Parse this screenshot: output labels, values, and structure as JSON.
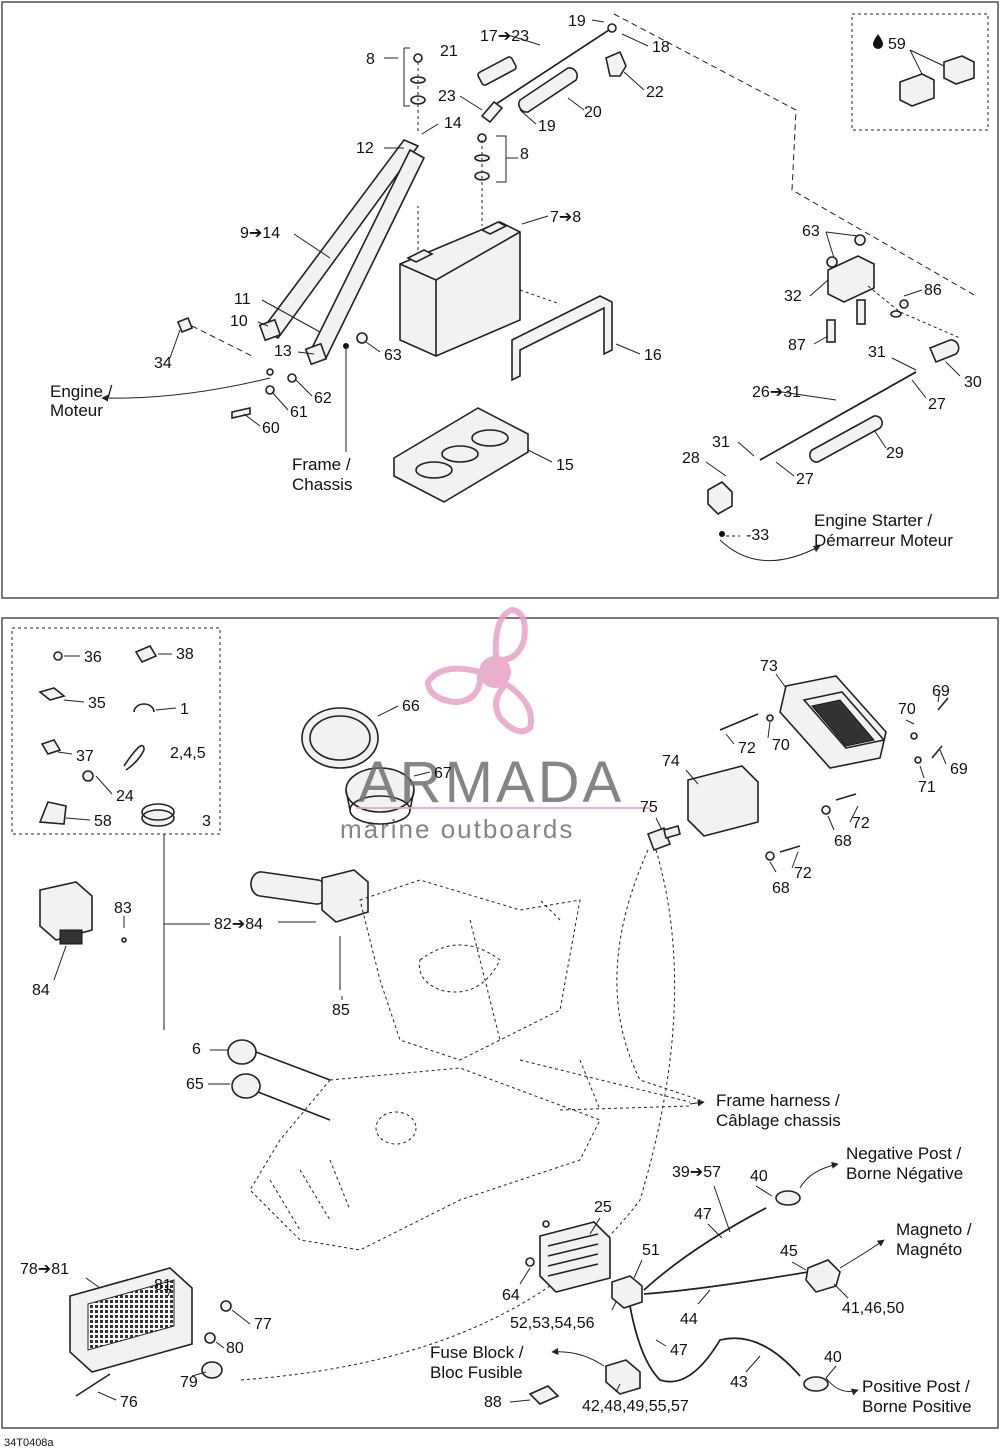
{
  "figure_code": "34T0408a",
  "watermark": {
    "brand": "ARMADA",
    "tagline": "marine outboards",
    "color": "#e8a2c8"
  },
  "top_panel": {
    "callouts": [
      {
        "id": "c8a",
        "text": "8"
      },
      {
        "id": "c21",
        "text": "21"
      },
      {
        "id": "c17",
        "text": "17➔23"
      },
      {
        "id": "c19a",
        "text": "19"
      },
      {
        "id": "c18",
        "text": "18"
      },
      {
        "id": "c22",
        "text": "22"
      },
      {
        "id": "c23",
        "text": "23"
      },
      {
        "id": "c19b",
        "text": "19"
      },
      {
        "id": "c20",
        "text": "20"
      },
      {
        "id": "c14",
        "text": "14"
      },
      {
        "id": "c12",
        "text": "12"
      },
      {
        "id": "c8b",
        "text": "8"
      },
      {
        "id": "c7",
        "text": "7➔8"
      },
      {
        "id": "c9",
        "text": "9➔14"
      },
      {
        "id": "c11",
        "text": "11"
      },
      {
        "id": "c10",
        "text": "10"
      },
      {
        "id": "c13",
        "text": "13"
      },
      {
        "id": "c34",
        "text": "34"
      },
      {
        "id": "c63a",
        "text": "63"
      },
      {
        "id": "c62",
        "text": "62"
      },
      {
        "id": "c61",
        "text": "61"
      },
      {
        "id": "c60",
        "text": "60"
      },
      {
        "id": "c16",
        "text": "16"
      },
      {
        "id": "c15",
        "text": "15"
      },
      {
        "id": "c59",
        "text": "59"
      },
      {
        "id": "c63b",
        "text": "63"
      },
      {
        "id": "c32",
        "text": "32"
      },
      {
        "id": "c86",
        "text": "86"
      },
      {
        "id": "c87",
        "text": "87"
      },
      {
        "id": "c31a",
        "text": "31"
      },
      {
        "id": "c30",
        "text": "30"
      },
      {
        "id": "c26",
        "text": "26➔31"
      },
      {
        "id": "c27a",
        "text": "27"
      },
      {
        "id": "c29",
        "text": "29"
      },
      {
        "id": "c28",
        "text": "28"
      },
      {
        "id": "c31b",
        "text": "31"
      },
      {
        "id": "c27b",
        "text": "27"
      },
      {
        "id": "c33",
        "text": "-33"
      }
    ],
    "captions": {
      "engine": [
        "Engine /",
        "Moteur"
      ],
      "frame": [
        "Frame /",
        "Chassis"
      ],
      "starter": [
        "Engine Starter /",
        "Démarreur Moteur"
      ]
    }
  },
  "bottom_panel": {
    "callouts": [
      {
        "id": "c36",
        "text": "36"
      },
      {
        "id": "c38",
        "text": "38"
      },
      {
        "id": "c35",
        "text": "35"
      },
      {
        "id": "c1",
        "text": "1"
      },
      {
        "id": "c37",
        "text": "37"
      },
      {
        "id": "c245",
        "text": "2,4,5"
      },
      {
        "id": "c24",
        "text": "24"
      },
      {
        "id": "c58",
        "text": "58"
      },
      {
        "id": "c3",
        "text": "3"
      },
      {
        "id": "c83",
        "text": "83"
      },
      {
        "id": "c82",
        "text": "82➔84"
      },
      {
        "id": "c84",
        "text": "84"
      },
      {
        "id": "c85",
        "text": "85"
      },
      {
        "id": "c66",
        "text": "66"
      },
      {
        "id": "c67",
        "text": "67"
      },
      {
        "id": "c73",
        "text": "73"
      },
      {
        "id": "c69a",
        "text": "69"
      },
      {
        "id": "c70a",
        "text": "70"
      },
      {
        "id": "c72a",
        "text": "72"
      },
      {
        "id": "c70b",
        "text": "70"
      },
      {
        "id": "c69b",
        "text": "69"
      },
      {
        "id": "c71",
        "text": "71"
      },
      {
        "id": "c74",
        "text": "74"
      },
      {
        "id": "c75",
        "text": "75"
      },
      {
        "id": "c72b",
        "text": "72"
      },
      {
        "id": "c68a",
        "text": "68"
      },
      {
        "id": "c72c",
        "text": "72"
      },
      {
        "id": "c68b",
        "text": "68"
      },
      {
        "id": "c6",
        "text": "6"
      },
      {
        "id": "c65",
        "text": "65"
      },
      {
        "id": "c39",
        "text": "39➔57"
      },
      {
        "id": "c40a",
        "text": "40"
      },
      {
        "id": "c47a",
        "text": "47"
      },
      {
        "id": "c25",
        "text": "25"
      },
      {
        "id": "c51",
        "text": "51"
      },
      {
        "id": "c45",
        "text": "45"
      },
      {
        "id": "c64",
        "text": "64"
      },
      {
        "id": "c44",
        "text": "44"
      },
      {
        "id": "c41",
        "text": "41,46,50"
      },
      {
        "id": "c52",
        "text": "52,53,54,56"
      },
      {
        "id": "c47b",
        "text": "47"
      },
      {
        "id": "c40b",
        "text": "40"
      },
      {
        "id": "c43",
        "text": "43"
      },
      {
        "id": "c42",
        "text": "42,48,49,55,57"
      },
      {
        "id": "c88",
        "text": "88"
      },
      {
        "id": "c78",
        "text": "78➔81"
      },
      {
        "id": "c81",
        "text": "81"
      },
      {
        "id": "c77",
        "text": "77"
      },
      {
        "id": "c80",
        "text": "80"
      },
      {
        "id": "c79",
        "text": "79"
      },
      {
        "id": "c76",
        "text": "76"
      }
    ],
    "captions": {
      "frame_harness": [
        "Frame harness /",
        "Câblage chassis"
      ],
      "negative": [
        "Negative Post /",
        "Borne Négative"
      ],
      "magneto": [
        "Magneto /",
        "Magnéto"
      ],
      "positive": [
        "Positive Post /",
        "Borne Positive"
      ],
      "fuse": [
        "Fuse Block /",
        "Bloc Fusible"
      ]
    }
  }
}
